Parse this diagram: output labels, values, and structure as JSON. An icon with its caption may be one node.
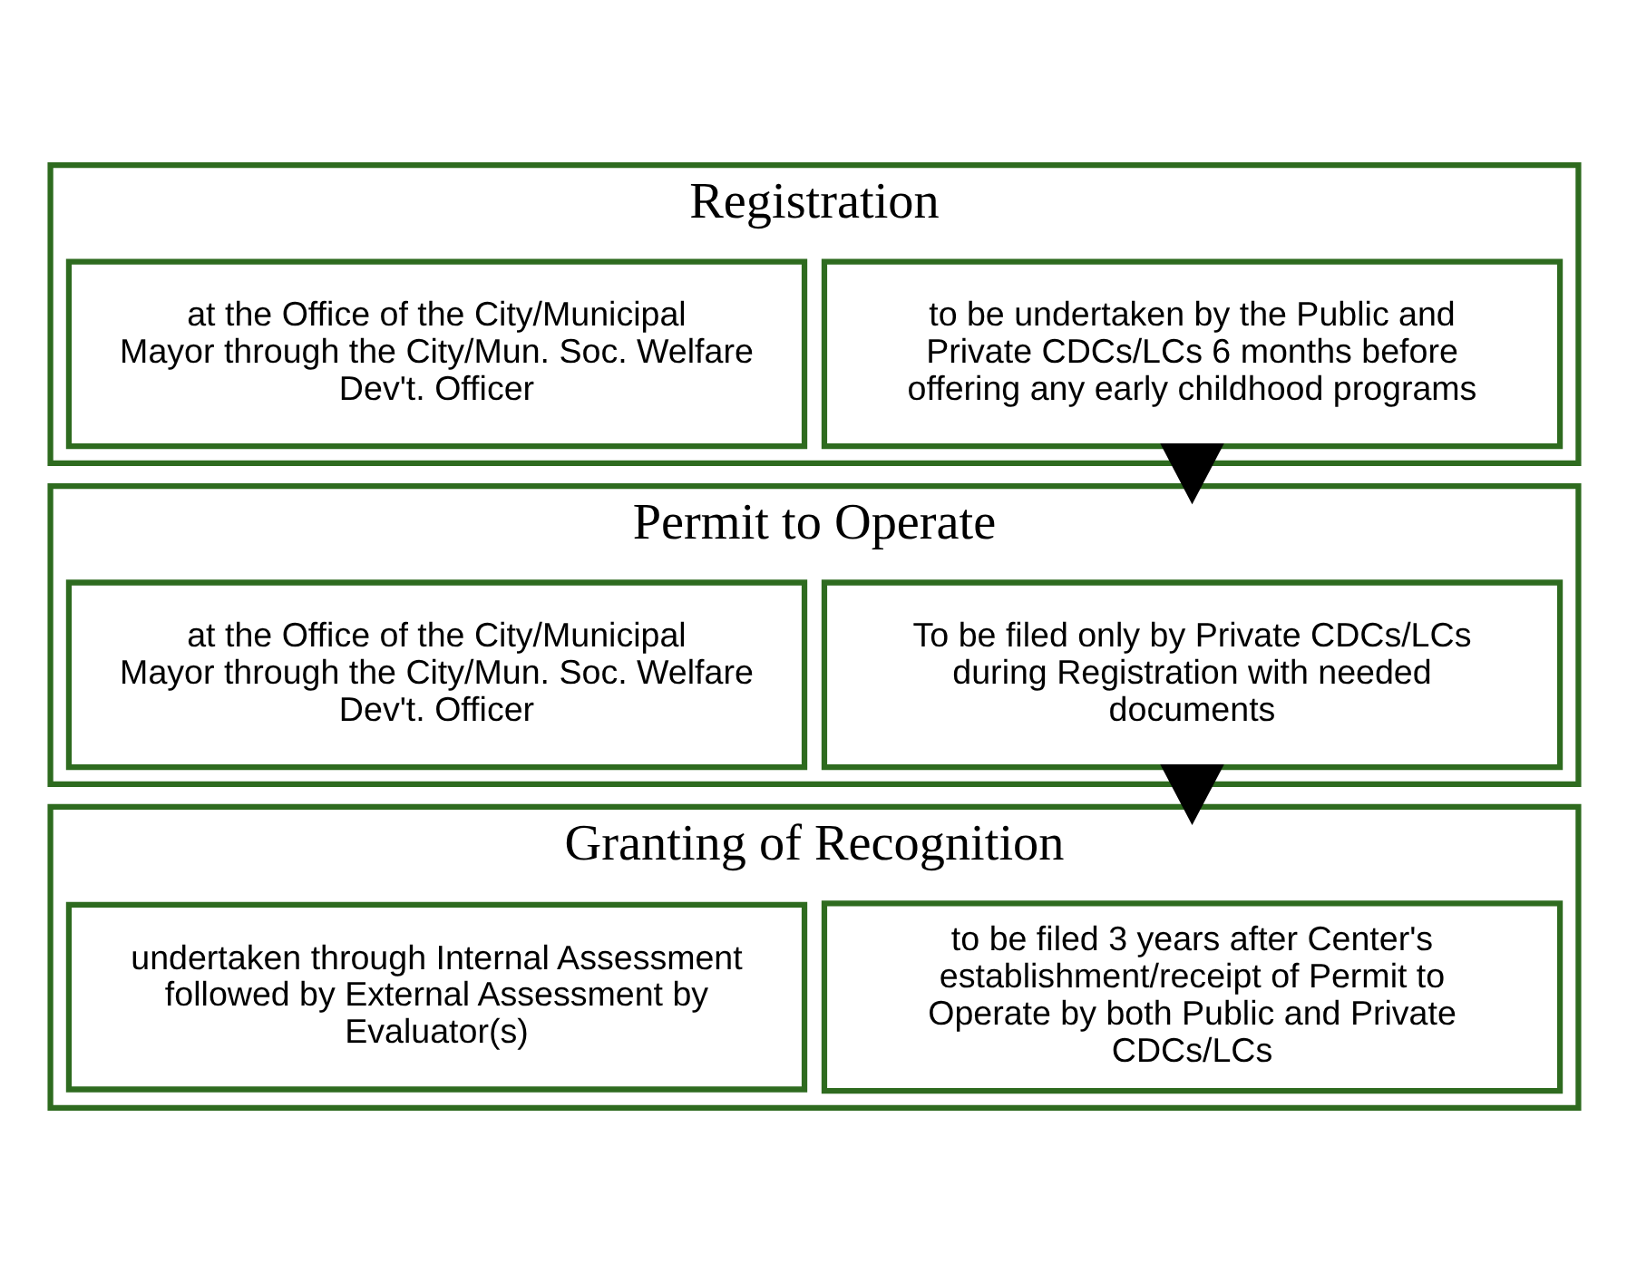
{
  "diagram": {
    "nodes": [
      {
        "text": [
          "Registration"
        ]
      },
      {
        "text": [
          "to be undertaken by the Public and Private CDCs/LCs 6 months before offering any early childhood programs"
        ],
        "in": 0
      },
      {
        "text": [
          "at the Office of the City/Municipal Mayor through the City/Mun. Soc. Welfare Dev't. Officer"
        ],
        "in": 0
      },
      {
        "text": [
          "Permit to Operate"
        ]
      },
      {
        "text": [
          "To be filed only by Private CDCs/LCs during Registration with needed documents"
        ],
        "in": 3
      },
      {
        "text": [
          "at the Office of the City/Municipal Mayor through the City/Mun. Soc. Welfare Dev't. Officer"
        ],
        "in": 3
      },
      {
        "text": [
          "Granting of Recognition"
        ]
      },
      {
        "text": [
          "to be filed 3 years after Center's establishment/receipt of Permit to Operate by both Public and Private CDCs/LCs"
        ],
        "in": 6
      },
      {
        "text": [
          "undertaken through Internal Assessment followed by External Assessment by Evaluator(s)"
        ],
        "in": 6
      }
    ],
    "edges": [
      {
        "from": 0,
        "to": 3,
        "arrow": "to",
        "style": "thick"
      },
      {
        "from": 3,
        "to": 6,
        "arrow": "to",
        "style": "thick"
      }
    ]
  }
}
